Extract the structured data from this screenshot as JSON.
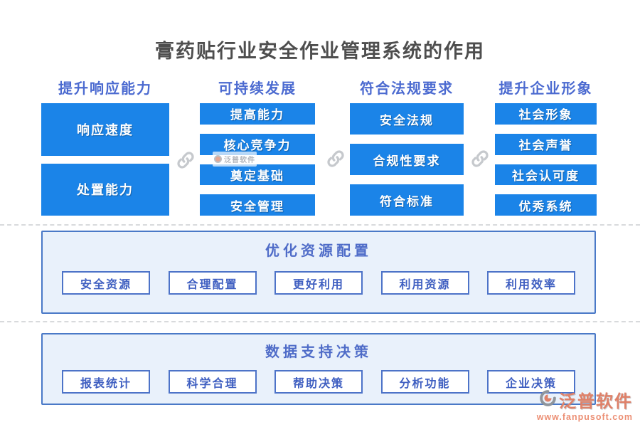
{
  "title": "膏药贴行业安全作业管理系统的作用",
  "columns": [
    {
      "header": "提升响应能力",
      "items": [
        "响应速度",
        "处置能力"
      ]
    },
    {
      "header": "可持续发展",
      "items": [
        "提高能力",
        "核心竞争力",
        "奠定基础",
        "安全管理"
      ]
    },
    {
      "header": "符合法规要求",
      "items": [
        "安全法规",
        "合规性要求",
        "符合标准"
      ]
    },
    {
      "header": "提升企业形象",
      "items": [
        "社会形象",
        "社会声誉",
        "社会认可度",
        "优秀系统"
      ]
    }
  ],
  "sections": [
    {
      "title": "优化资源配置",
      "items": [
        "安全资源",
        "合理配置",
        "更好利用",
        "利用资源",
        "利用效率"
      ]
    },
    {
      "title": "数据支持决策",
      "items": [
        "报表统计",
        "科学合理",
        "帮助决策",
        "分析功能",
        "企业决策"
      ]
    }
  ],
  "watermark": {
    "text": "泛普软件"
  },
  "logo": {
    "name": "泛普软件",
    "url": "www.fanpusoft.com"
  },
  "icons": {
    "between_columns": "link-icon",
    "brand": "fanpu-logo-icon"
  },
  "colors": {
    "box_blue": "#1b84e8",
    "header_blue": "#4b6ad0",
    "section_bg": "#e9f1fb",
    "section_border": "#4a79c7",
    "white_box_border": "#4d73c8",
    "white_box_text": "#3f5fc1",
    "title_gray": "#4e4e4e",
    "link_icon_gray": "#c6c9cd",
    "logo_salmon": "#df8169"
  }
}
